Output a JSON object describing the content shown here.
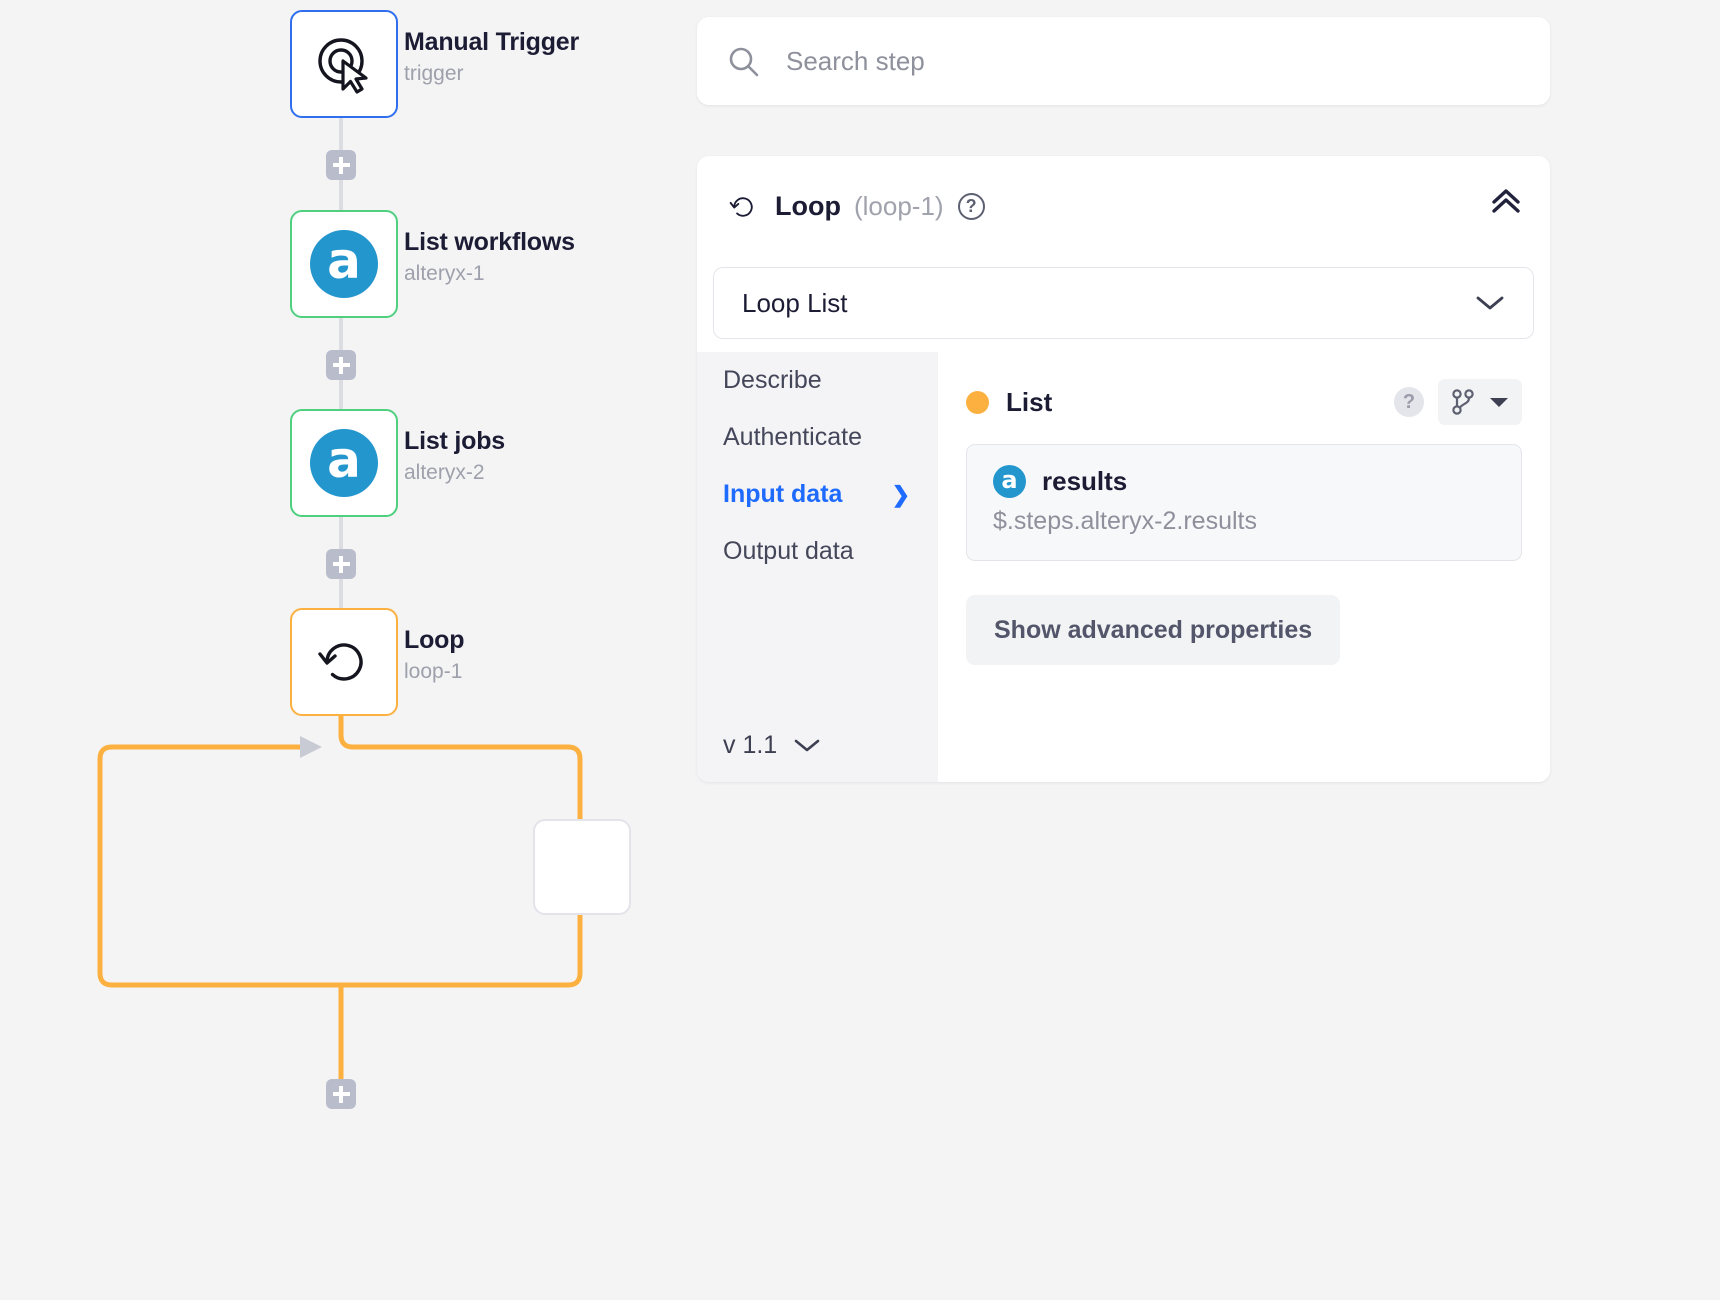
{
  "canvas": {
    "nodes": [
      {
        "title": "Manual Trigger",
        "subtitle": "trigger",
        "icon": "cursor-click-icon",
        "accent": "#2f6fed"
      },
      {
        "title": "List workflows",
        "subtitle": "alteryx-1",
        "icon": "alteryx-icon",
        "accent": "#4ed07f",
        "badge": "a"
      },
      {
        "title": "List jobs",
        "subtitle": "alteryx-2",
        "icon": "alteryx-icon",
        "accent": "#4ed07f",
        "badge": "a"
      },
      {
        "title": "Loop",
        "subtitle": "loop-1",
        "icon": "loop-icon",
        "accent": "#fcb040"
      }
    ],
    "loop_edge_color": "#fbb040",
    "connector_color": "#dcdde2"
  },
  "search": {
    "placeholder": "Search step",
    "icon": "search-icon"
  },
  "panel": {
    "icon": "loop-icon",
    "title": "Loop",
    "step_id": "(loop-1)",
    "help_icon": "help-circle-icon",
    "collapse_icon": "chevron-double-up-icon",
    "select": {
      "value": "Loop List",
      "icon": "chevron-down-icon"
    },
    "menu": [
      {
        "label": "Describe",
        "active": false
      },
      {
        "label": "Authenticate",
        "active": false
      },
      {
        "label": "Input data",
        "active": true
      },
      {
        "label": "Output data",
        "active": false
      }
    ],
    "version": {
      "label": "v 1.1",
      "icon": "chevron-down-icon"
    },
    "field": {
      "name": "List",
      "dot_color": "#fbb040",
      "help_icon": "help-circle-icon",
      "branch_icon": "git-branch-icon",
      "caret_icon": "caret-down-icon",
      "token": {
        "badge": "a",
        "name": "results",
        "path": "$.steps.alteryx-2.results"
      }
    },
    "advanced_button": "Show advanced properties"
  }
}
